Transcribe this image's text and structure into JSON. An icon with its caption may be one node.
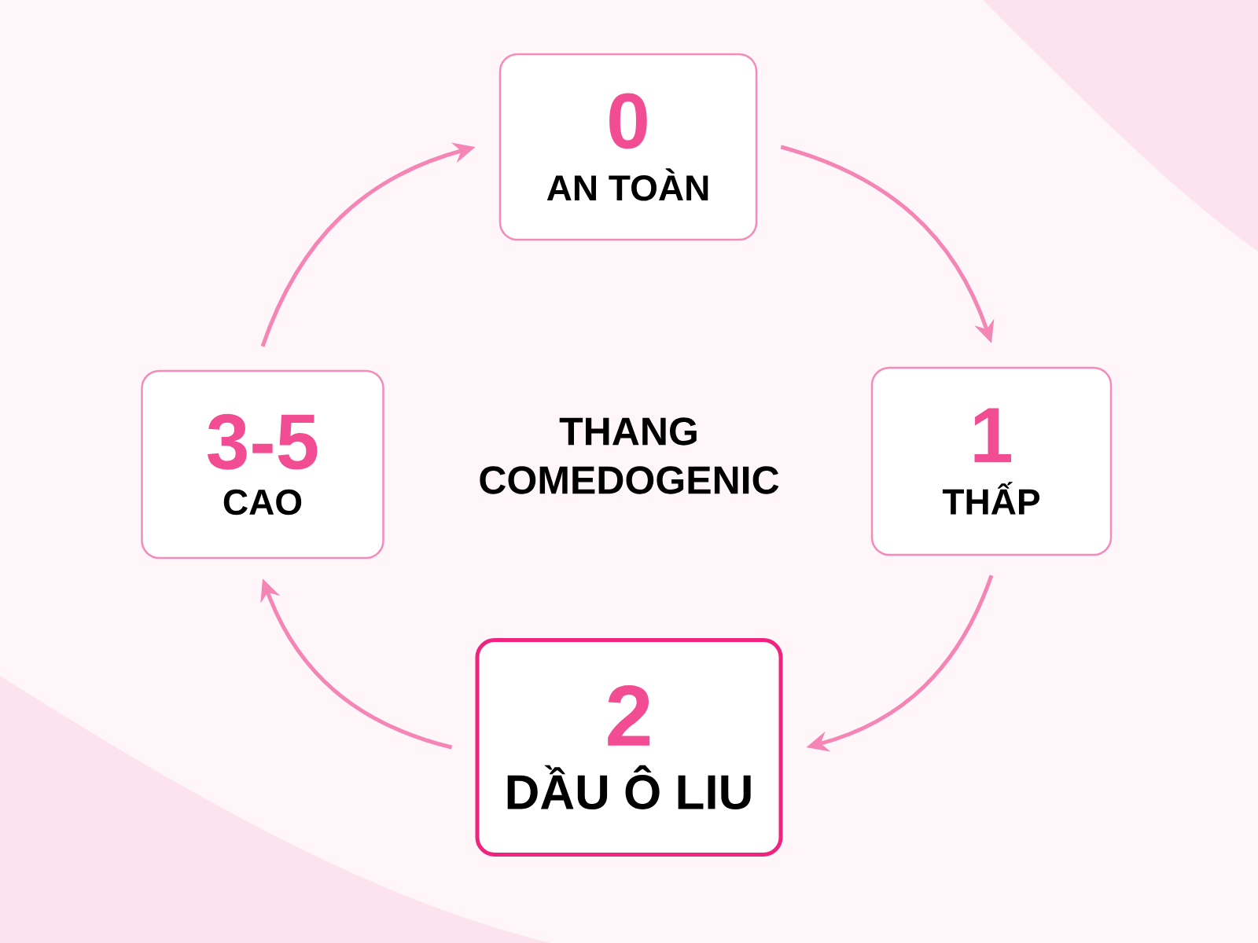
{
  "diagram": {
    "nodes": [
      {
        "text": [
          "0",
          "AN TOÀN"
        ]
      },
      {
        "text": [
          "1",
          "THẤP"
        ]
      },
      {
        "text": [
          "2",
          "DẦU Ô LIU"
        ]
      },
      {
        "text": [
          "3-5",
          "CAO"
        ]
      }
    ],
    "edges": [
      {
        "from": 0,
        "to": 1,
        "arrow": "to"
      },
      {
        "from": 1,
        "to": 2,
        "arrow": "to"
      },
      {
        "from": 2,
        "to": 3,
        "arrow": "to"
      },
      {
        "from": 3,
        "to": 0,
        "arrow": "to"
      }
    ],
    "labels": [
      "THANG COMEDOGENIC"
    ]
  }
}
